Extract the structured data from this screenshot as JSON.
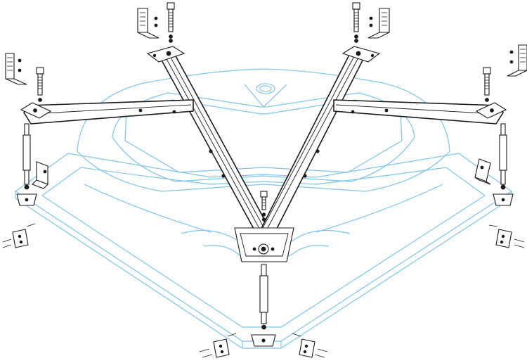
{
  "diagram": {
    "kind": "exploded assembly drawing",
    "line_colors": {
      "frame": "#1a1a1a",
      "tub_outline": "#7fc4e8"
    },
    "parts": [
      "corner-bathtub-outline",
      "v-frame-left-arm",
      "v-frame-right-arm",
      "left-crossbar",
      "right-crossbar",
      "center-plate",
      "adjustable-legs",
      "mounting-brackets",
      "bolts",
      "wall-anchors"
    ]
  }
}
